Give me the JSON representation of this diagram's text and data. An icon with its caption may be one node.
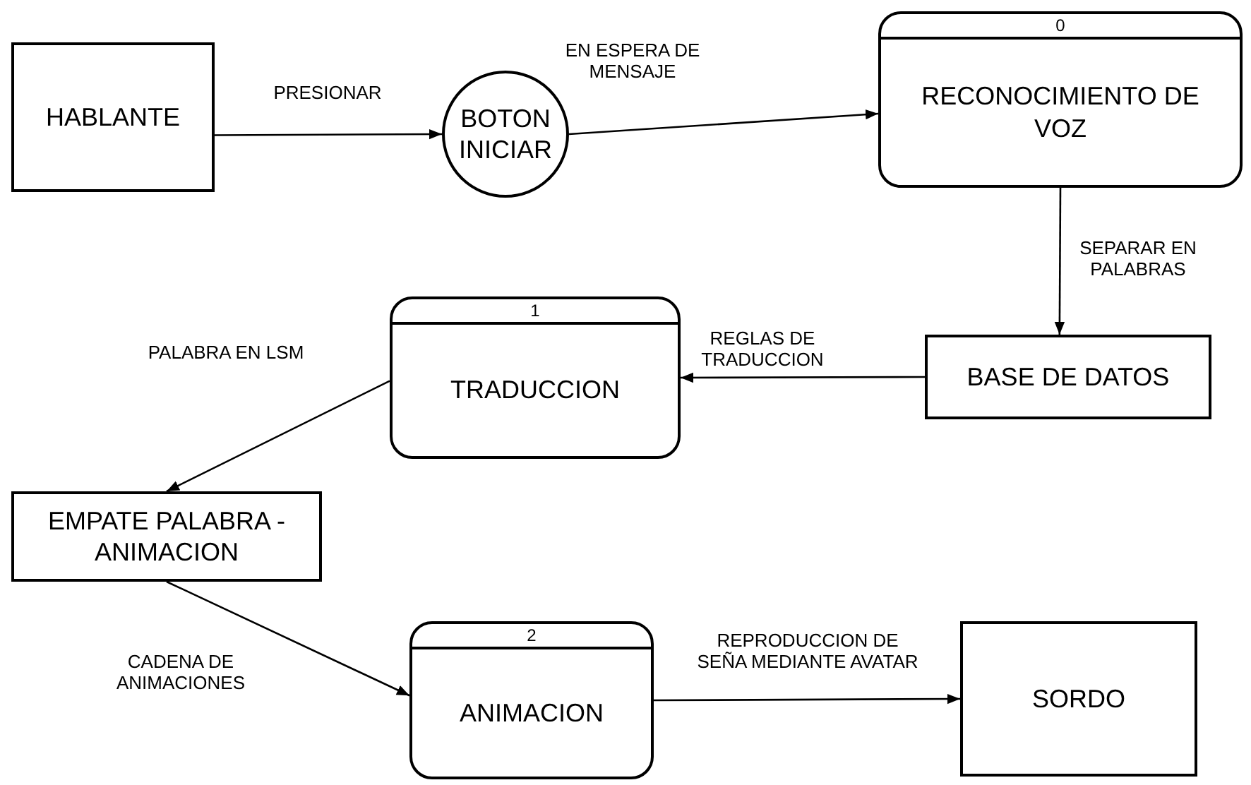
{
  "diagram": {
    "nodes": [
      {
        "text": [
          "HABLANTE"
        ]
      },
      {
        "text": [
          "BOTON INICIAR"
        ]
      },
      {
        "text": [
          "0",
          "RECONOCIMIENTO DE VOZ"
        ]
      },
      {
        "text": [
          "BASE DE DATOS"
        ]
      },
      {
        "text": [
          "1",
          "TRADUCCION"
        ]
      },
      {
        "text": [
          "EMPATE PALABRA - ANIMACION"
        ]
      },
      {
        "text": [
          "2",
          "ANIMACION"
        ]
      },
      {
        "text": [
          "SORDO"
        ]
      }
    ],
    "edges": [
      {
        "from": 0,
        "to": 1,
        "arrow": "to",
        "label": "PRESIONAR"
      },
      {
        "from": 1,
        "to": 2,
        "arrow": "to",
        "label": "EN ESPERA DE MENSAJE"
      },
      {
        "from": 2,
        "to": 3,
        "arrow": "to",
        "label": "SEPARAR EN PALABRAS"
      },
      {
        "from": 3,
        "to": 4,
        "arrow": "to",
        "label": "REGLAS DE TRADUCCION"
      },
      {
        "from": 4,
        "to": 5,
        "arrow": "to",
        "label": "PALABRA EN LSM"
      },
      {
        "from": 5,
        "to": 6,
        "arrow": "to",
        "label": "CADENA DE ANIMACIONES"
      },
      {
        "from": 6,
        "to": 7,
        "arrow": "to",
        "label": "REPRODUCCION DE SEÑA MEDIANTE AVATAR"
      }
    ]
  }
}
